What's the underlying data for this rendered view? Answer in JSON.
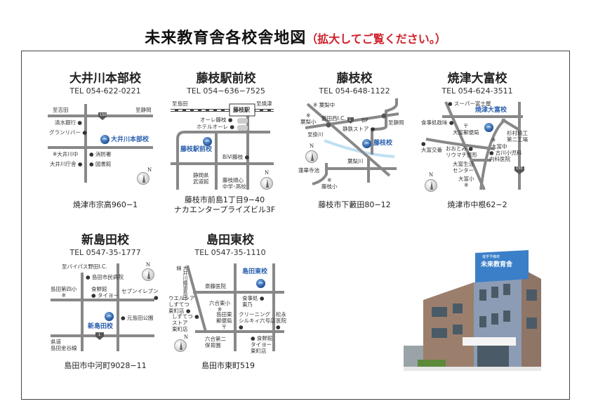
{
  "title": {
    "main": "未来教育舎各校舎地図",
    "note": "（拡大してご覧ください。）"
  },
  "schools": [
    {
      "name": "大井川本部校",
      "tel": "TEL 054-622-0221",
      "address": "焼津市宗高960−1"
    },
    {
      "name": "藤枝駅前校",
      "tel": "TEL 054−636−7525",
      "address": "藤枝市前島1丁目9−40\nナカエンタープライズビル3F"
    },
    {
      "name": "藤枝校",
      "tel": "TEL 054-648-1122",
      "address": "藤枝市下藪田80−12"
    },
    {
      "name": "焼津大富校",
      "tel": "TEL 054-624-3511",
      "address": "焼津市中根62−2"
    },
    {
      "name": "新島田校",
      "tel": "TEL 0547-35-1777",
      "address": "島田市中河町9028−11"
    },
    {
      "name": "島田東校",
      "tel": "TEL 0547-35-1110",
      "address": "島田市東町519"
    }
  ],
  "maps": [
    {
      "labels": [
        "至吉田",
        "至静岡",
        "清水銀行 ●",
        "グランリバー ●",
        "大井川本部校",
        "※大井川中",
        "● 消防署",
        "大井川庁舎 ●",
        "● 図書館",
        "150",
        "N"
      ]
    },
    {
      "labels": [
        "至島田",
        "至焼津",
        "藤枝駅",
        "オーレ藤枝 ●",
        "ホテルオーレ ●",
        "藤枝駅前校",
        "BiVi藤枝 ●",
        "静岡県\n武道館",
        "藤枝順心\n中学･高校",
        "N"
      ]
    },
    {
      "labels": [
        "※ 葉梨中",
        "※\n葉梨小",
        "藪田西I.C.",
        "BP",
        "至静岡",
        "至掛川",
        "静鉄ストア ●",
        "藤枝校",
        "葉梨川",
        "蓮華寺池",
        "※\n藤枝小",
        "1",
        "N"
      ]
    },
    {
      "labels": [
        "● スーパー富士屋",
        "焼津大富校",
        "食事処政味 ●",
        "〒\n大富郵便局",
        "杉村精工\n第二工場",
        "●\n大富交番",
        "おおとみ ●\nリウマチ整形",
        "※\n大富中",
        "● 古川小児科\n内科医院",
        "大富生活\nセンター",
        "大富小\n※",
        "150",
        "N"
      ]
    },
    {
      "labels": [
        "至バイパス野田I.C.",
        "● 島田市民病院",
        "島田第四小\n※",
        "食鮮館\n● タイヨー",
        "セブンイレブン\n●",
        "● 元島田公園",
        "新島田校",
        "県道\n島田金谷線",
        "1",
        "N"
      ]
    },
    {
      "labels": [
        "大井川鐵道島田線",
        "島田東校",
        "斎藤医院",
        "ウエルシア\nしずてつ\n東町店 ●",
        "しずてつ ●\nストア\n東町店",
        "六合東小\n※",
        "食事処 ●\n東乃",
        "島田東\n郵便局\n〒",
        "クリーニング\nシルキィ六号店\n●",
        "松永\n医院\n●",
        "六合第二\n保育園",
        "● 食鮮館\nタイヨー\n東町店",
        "N"
      ]
    }
  ],
  "photo": {
    "sign_top": "進学予備校",
    "sign_main": "未来教育舎"
  },
  "colors": {
    "accent_red": "#d0202a",
    "school_blue": "#2a5fae",
    "road": "#888888",
    "river": "#bfe0f2"
  }
}
